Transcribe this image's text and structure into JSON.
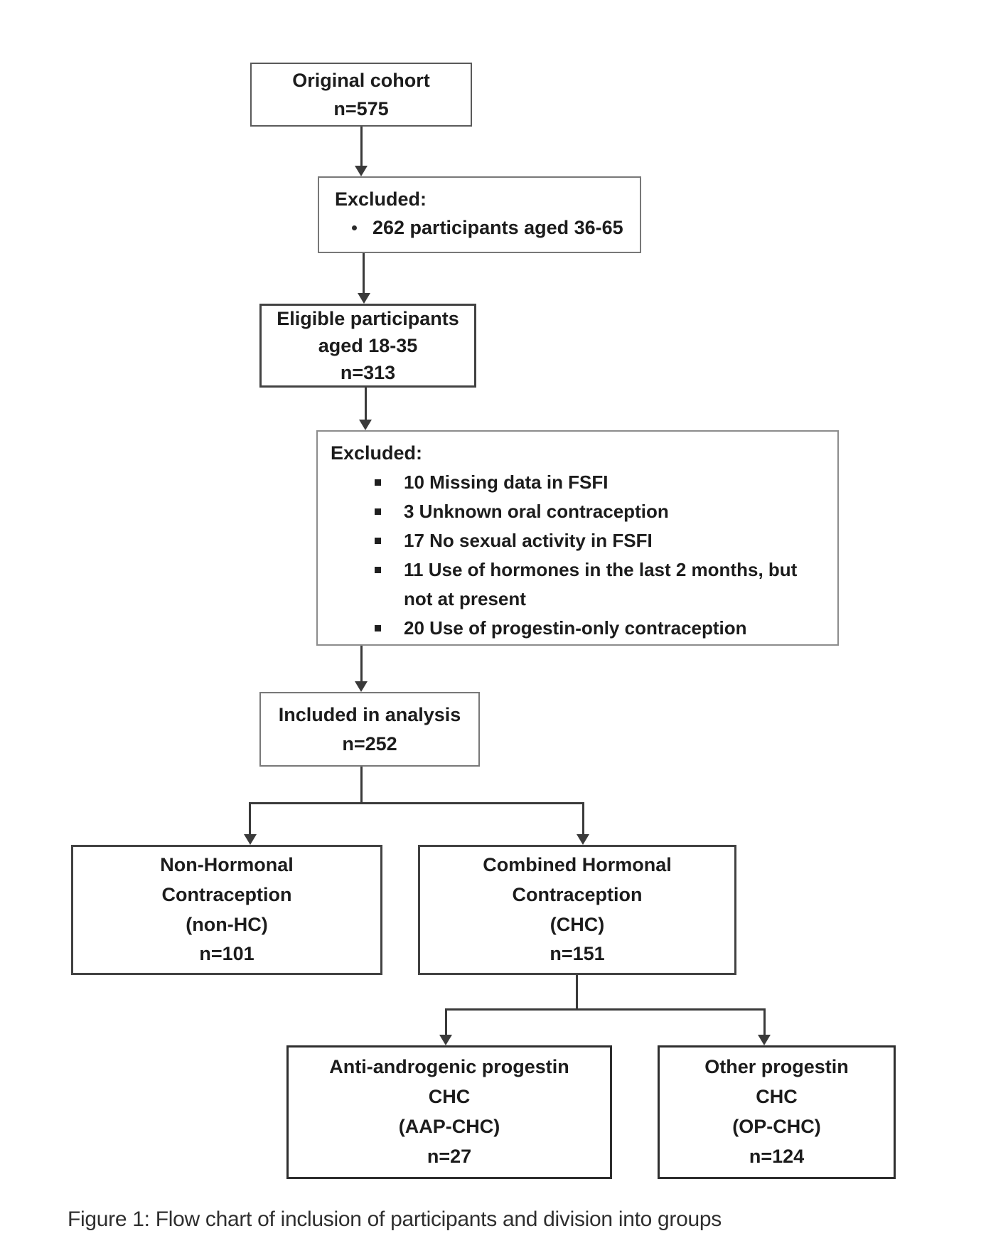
{
  "figure": {
    "caption": "Figure 1: Flow chart of inclusion of participants and division into groups"
  },
  "flowchart": {
    "original_cohort": {
      "lines": [
        "Original cohort",
        "n=575"
      ]
    },
    "excluded_age": {
      "title": "Excluded:",
      "items": [
        "262 participants aged 36-65"
      ]
    },
    "eligible": {
      "lines": [
        "Eligible participants",
        "aged 18-35",
        "n=313"
      ]
    },
    "excluded_criteria": {
      "title": "Excluded:",
      "items": [
        "10 Missing data in FSFI",
        "3 Unknown oral contraception",
        "17 No sexual activity in FSFI",
        "11 Use of hormones in the last 2 months, but not at present",
        "20 Use of progestin-only contraception"
      ]
    },
    "included": {
      "lines": [
        "Included in analysis",
        "n=252"
      ]
    },
    "non_hc": {
      "lines": [
        "Non-Hormonal",
        "Contraception",
        "(non-HC)",
        "n=101"
      ]
    },
    "chc": {
      "lines": [
        "Combined Hormonal",
        "Contraception",
        "(CHC)",
        "n=151"
      ]
    },
    "aap_chc": {
      "lines": [
        "Anti-androgenic progestin",
        "CHC",
        "(AAP-CHC)",
        "n=27"
      ]
    },
    "op_chc": {
      "lines": [
        "Other progestin",
        "CHC",
        "(OP-CHC)",
        "n=124"
      ]
    }
  },
  "colors": {
    "background": "#ffffff",
    "line": "#3a3a3a",
    "text": "#1c1c1c",
    "caption_text": "#2f2f2f"
  }
}
